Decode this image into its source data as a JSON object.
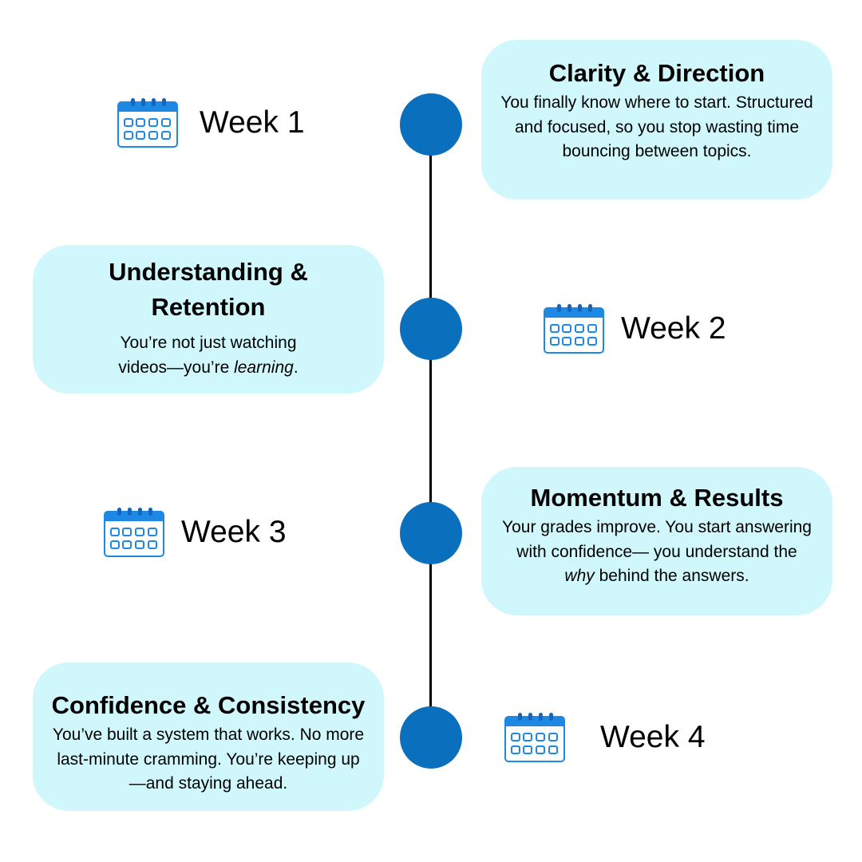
{
  "colors": {
    "accent": "#0a6fbd",
    "box": "#cff7fc",
    "calendar": "#1e88e5"
  },
  "weeks": [
    {
      "label": "Week 1",
      "icon": "calendar-icon"
    },
    {
      "label": "Week 2",
      "icon": "calendar-icon"
    },
    {
      "label": "Week 3",
      "icon": "calendar-icon"
    },
    {
      "label": "Week 4",
      "icon": "calendar-icon"
    }
  ],
  "stages": [
    {
      "title": "Clarity & Direction",
      "body": "You finally know where to start. Structured and focused, so you stop wasting time bouncing between topics."
    },
    {
      "title": "Understanding & Retention",
      "body_pre": "You’re not just watching videos—you’re ",
      "body_em": "learning",
      "body_post": "."
    },
    {
      "title": "Momentum & Results",
      "body_pre": "Your grades improve. You start answering with confidence— you understand the ",
      "body_em": "why",
      "body_post": " behind the answers."
    },
    {
      "title": "Confidence & Consistency",
      "body": "You’ve built a system that works. No more last-minute cramming. You’re keeping up—and staying ahead."
    }
  ]
}
